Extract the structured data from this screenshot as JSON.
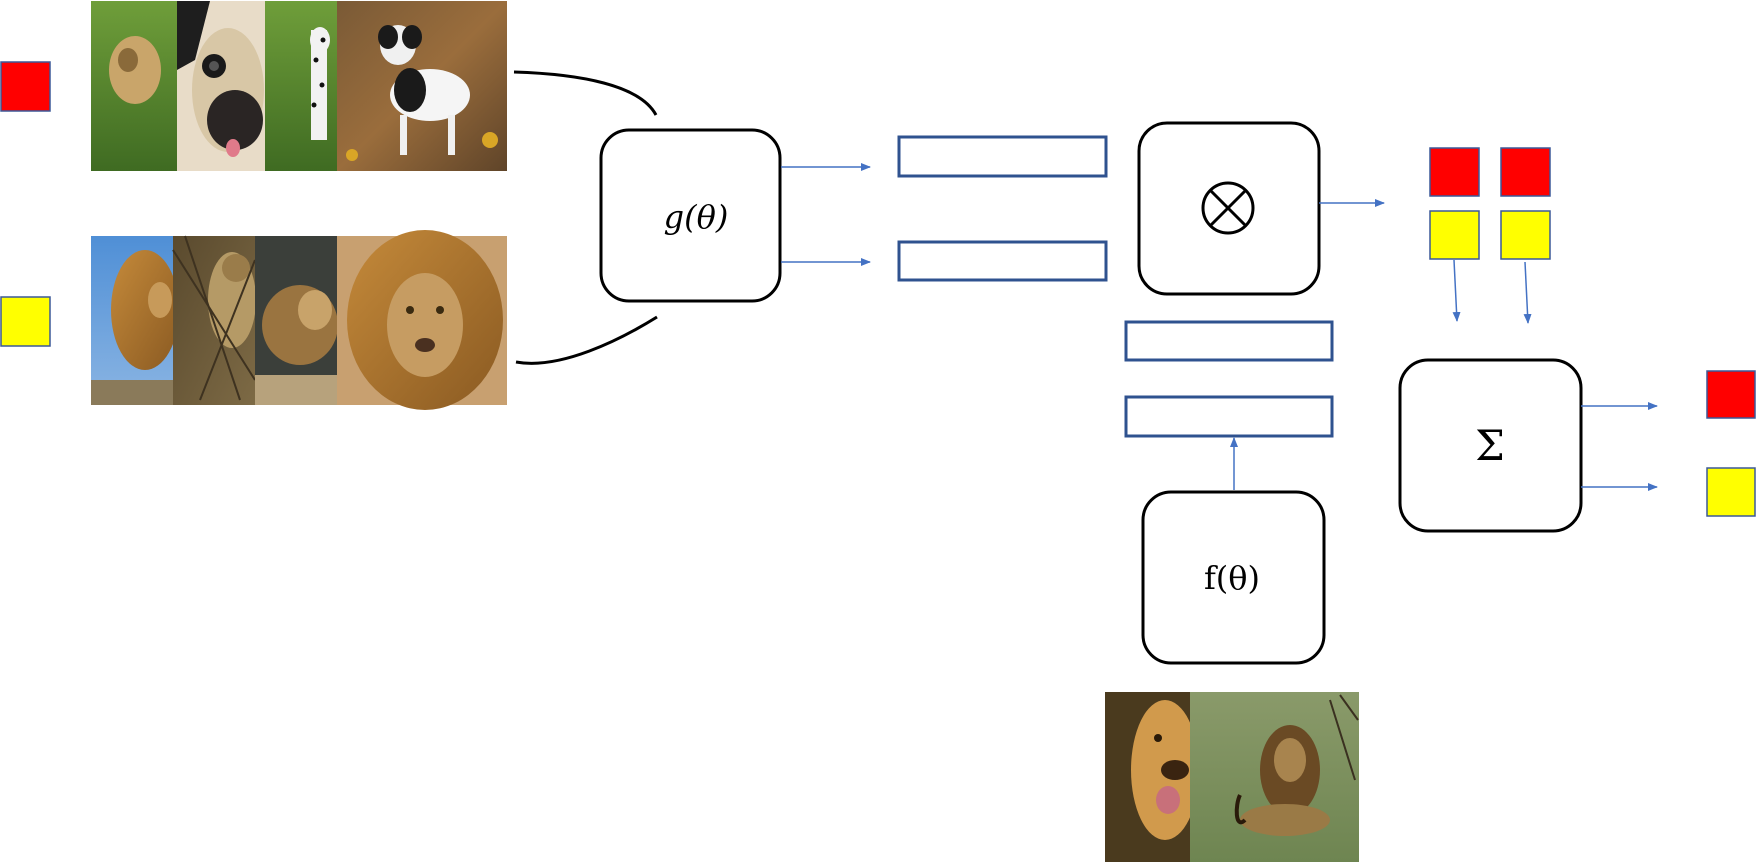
{
  "colors": {
    "class_dog": "#ff0000",
    "class_lion": "#ffff00",
    "class_square_border": "#3b5998",
    "embedding_border": "#2f528f",
    "arrow": "#4472c4",
    "box_border": "#000000"
  },
  "legend": {
    "dog_class_square": "red-class-marker",
    "lion_class_square": "yellow-class-marker"
  },
  "support_set": {
    "dog_row": [
      "yorkshire-terrier-photo",
      "pug-closeup-photo",
      "dalmatian-photo",
      "black-white-terrier-photo"
    ],
    "lion_row": [
      "lion-profile-photo",
      "lion-in-brush-photo",
      "lion-lying-photo",
      "lion-closeup-photo"
    ]
  },
  "query_set": {
    "images": [
      "golden-retriever-photo",
      "lion-in-grass-photo"
    ]
  },
  "nodes": {
    "g_network": {
      "label": "g(θ)"
    },
    "f_network": {
      "label": "f(θ)"
    },
    "outer_product": {
      "label": "⊗"
    },
    "sum": {
      "label": "Σ"
    }
  },
  "icons": {
    "outer_product": "circled-times-icon",
    "sum": "sigma-icon"
  }
}
